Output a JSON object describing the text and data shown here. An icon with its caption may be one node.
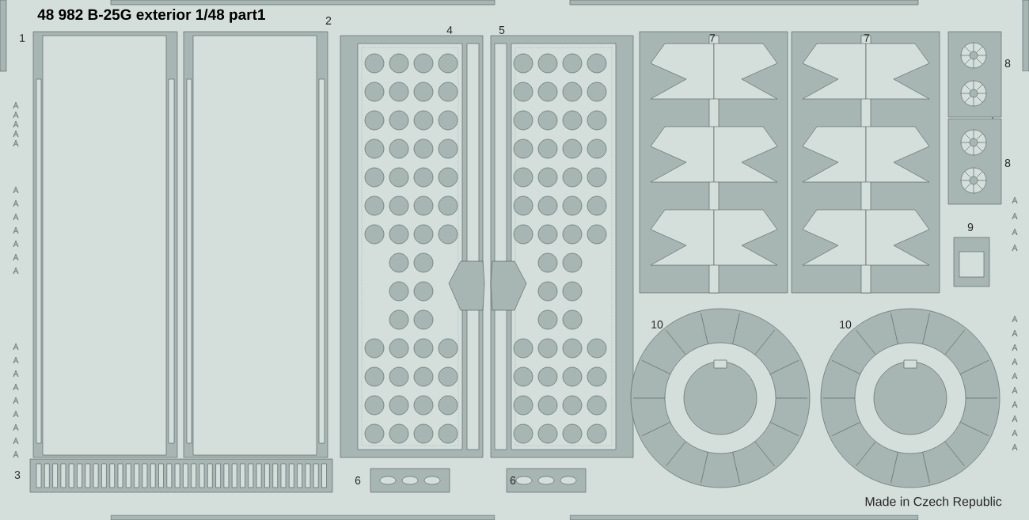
{
  "diagram": {
    "title": "48 982 B-25G exterior 1/48 part1",
    "labels": [
      "1",
      "2",
      "4",
      "5",
      "7",
      "7",
      "8",
      "8",
      "9",
      "10",
      "10",
      "3",
      "6",
      "6",
      "Made in Czech Republic"
    ]
  }
}
